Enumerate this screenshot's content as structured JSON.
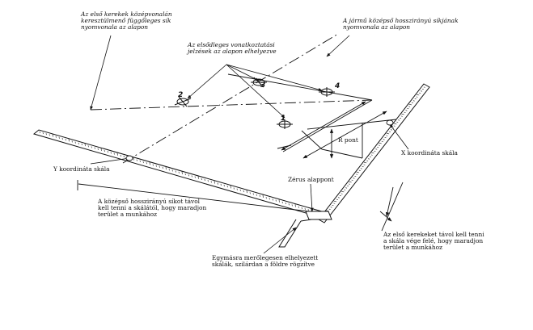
{
  "labels": {
    "front_wheels_plane": "Az első kerekek középvonalán\nkeresztülmenő függőleges sík\nnyomvonala az alapon",
    "vehicle_center_plane": "A jármű középső hosszirányú síkjának\nnyomvonala az alapon",
    "primary_marks": "Az elsődleges vonatkoztatási\njelzések az alapon elhelyezve",
    "r_point": "R pont",
    "x_scale": "X koordináta skála",
    "y_scale": "Y koordináta skála",
    "zero_base": "Zérus alappont",
    "center_plane_distance": "A középső hosszirányú síkot távol\nkell tenni a skálától, hogy maradjon\nterület a munkához",
    "front_wheels_distance": "Az első kerekeket távol kell tenni\na skála vége felé, hogy maradjon\nterület a munkához",
    "perpendicular_scales": "Egymásra merőlegesen elhelyezett\nskálák, szilárdan a földre rögzítve"
  },
  "markers": [
    "1",
    "2",
    "3",
    "4"
  ]
}
